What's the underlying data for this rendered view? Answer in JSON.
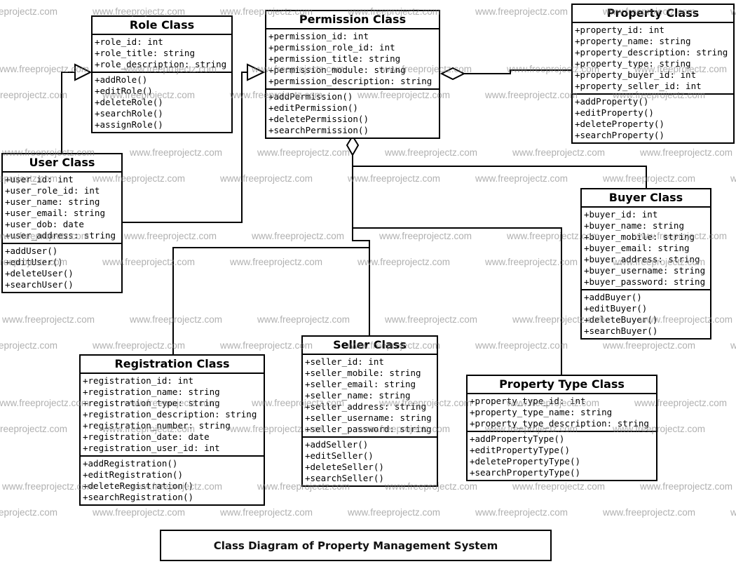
{
  "caption": "Class Diagram of Property Management System",
  "watermark": {
    "text": "www.freeprojectz.com"
  },
  "classes": {
    "role": {
      "title": "Role Class",
      "attributes": [
        "+role_id: int",
        "+role_title: string",
        "+role_description: string"
      ],
      "methods": [
        "+addRole()",
        "+editRole()",
        "+deleteRole()",
        "+searchRole()",
        "+assignRole()"
      ]
    },
    "permission": {
      "title": "Permission Class",
      "attributes": [
        "+permission_id: int",
        "+permission_role_id: int",
        "+permission_title: string",
        "+permission_module: string",
        "+permission_description: string"
      ],
      "methods": [
        "+addPermission()",
        "+editPermission()",
        "+deletePermission()",
        "+searchPermission()"
      ]
    },
    "property": {
      "title": "Property Class",
      "attributes": [
        "+property_id: int",
        "+property_name: string",
        "+property_description: string",
        "+property_type: string",
        "+property_buyer_id: int",
        "+property_seller_id: int"
      ],
      "methods": [
        "+addProperty()",
        "+editProperty()",
        "+deleteProperty()",
        "+searchProperty()"
      ]
    },
    "user": {
      "title": "User Class",
      "attributes": [
        "+user_id: int",
        "+user_role_id: int",
        "+user_name: string",
        "+user_email: string",
        "+user_dob: date",
        "+user_address: string"
      ],
      "methods": [
        "+addUser()",
        "+editUser()",
        "+deleteUser()",
        "+searchUser()"
      ]
    },
    "buyer": {
      "title": "Buyer Class",
      "attributes": [
        "+buyer_id: int",
        "+buyer_name: string",
        "+buyer_mobile: string",
        "+buyer_email: string",
        "+buyer_address: string",
        "+buyer_username: string",
        "+buyer_password: string"
      ],
      "methods": [
        "+addBuyer()",
        "+editBuyer()",
        "+deleteBuyer()",
        "+searchBuyer()"
      ]
    },
    "registration": {
      "title": "Registration Class",
      "attributes": [
        "+registration_id: int",
        "+registration_name: string",
        "+registration_type: string",
        "+registration_description: string",
        "+registration_number: string",
        "+registration_date: date",
        "+registration_user_id: int"
      ],
      "methods": [
        "+addRegistration()",
        "+editRegistration()",
        "+deleteRegistration()",
        "+searchRegistration()"
      ]
    },
    "seller": {
      "title": "Seller Class",
      "attributes": [
        "+seller_id: int",
        "+seller_mobile: string",
        "+seller_email: string",
        "+seller_name: string",
        "+seller_address: string",
        "+seller_username: string",
        "+seller_password: string"
      ],
      "methods": [
        "+addSeller()",
        "+editSeller()",
        "+deleteSeller()",
        "+searchSeller()"
      ]
    },
    "property_type": {
      "title": "Property Type Class",
      "attributes": [
        "+property_type_id: int",
        "+property_type_name: string",
        "+property_type_description: string"
      ],
      "methods": [
        "+addPropertyType()",
        "+editPropertyType()",
        "+deletePropertyType()",
        "+searchPropertyType()"
      ]
    }
  },
  "relationships": [
    {
      "from": "User Class",
      "to": "Role Class",
      "type": "generalization"
    },
    {
      "from": "User Class",
      "to": "Permission Class",
      "type": "generalization"
    },
    {
      "from": "Property Class",
      "to": "Permission Class",
      "type": "aggregation"
    },
    {
      "from": "Buyer Class",
      "to": "Permission Class",
      "type": "aggregation"
    },
    {
      "from": "Property Type Class",
      "to": "Permission Class",
      "type": "aggregation"
    },
    {
      "from": "Seller Class",
      "to": "Permission Class",
      "type": "aggregation"
    },
    {
      "from": "Registration Class",
      "to": "Permission Class",
      "type": "aggregation"
    }
  ],
  "colors": {
    "line": "#000000",
    "background": "#ffffff",
    "watermark": "#808080"
  }
}
